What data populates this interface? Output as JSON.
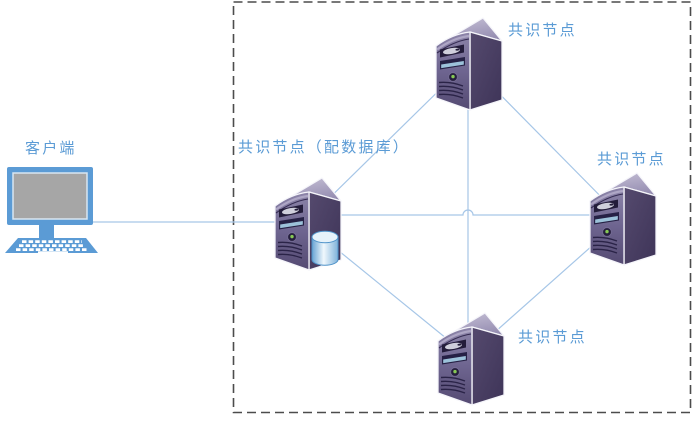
{
  "diagram": {
    "kind": "consensus-network-topology",
    "client": {
      "label": "客户端"
    },
    "cluster": {
      "nodes": [
        {
          "id": "node-top",
          "label": "共识节点",
          "has_database": false
        },
        {
          "id": "node-left",
          "label": "共识节点（配数据库）",
          "has_database": true
        },
        {
          "id": "node-right",
          "label": "共识节点",
          "has_database": false
        },
        {
          "id": "node-bottom",
          "label": "共识节点",
          "has_database": false
        }
      ],
      "connections": [
        "client - node-left",
        "node-left - node-top",
        "node-top - node-right",
        "node-left - node-right",
        "node-top - node-bottom",
        "node-left - node-bottom",
        "node-right - node-bottom"
      ]
    },
    "colors": {
      "label_text": "#5b9bd5",
      "connection_line": "#a6c6e7",
      "boundary": "#4c4c4c",
      "client_blue": "#5b9bd5",
      "screen_gray": "#a6a6a6",
      "server_front": "#6e6590",
      "server_side": "#473c60",
      "server_top": "#b7b0cc",
      "database_blue": "#7fb2da"
    }
  }
}
